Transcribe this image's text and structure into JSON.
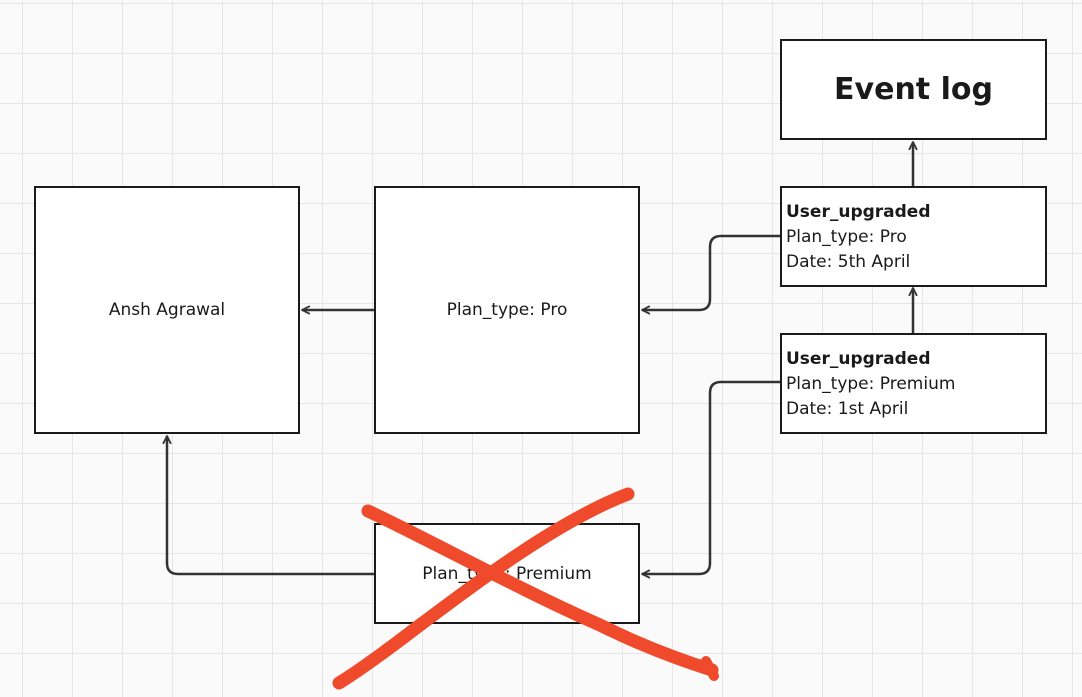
{
  "diagram": {
    "user_box": {
      "label": "Ansh Agrawal"
    },
    "current_state_box": {
      "label": "Plan_type: Pro"
    },
    "stale_state_box": {
      "label": "Plan_type: Premium",
      "struck_out": true
    },
    "event_log_box": {
      "label": "Event log"
    },
    "events": [
      {
        "title": "User_upgraded",
        "plan_line": "Plan_type: Pro",
        "date_line": "Date: 5th April"
      },
      {
        "title": "User_upgraded",
        "plan_line": "Plan_type: Premium",
        "date_line": "Date: 1st April"
      }
    ]
  },
  "colors": {
    "stroke": "#1a1a1a",
    "connector": "#333333",
    "strike_mark": "#f04a2c",
    "grid": "#e6e6e6"
  }
}
